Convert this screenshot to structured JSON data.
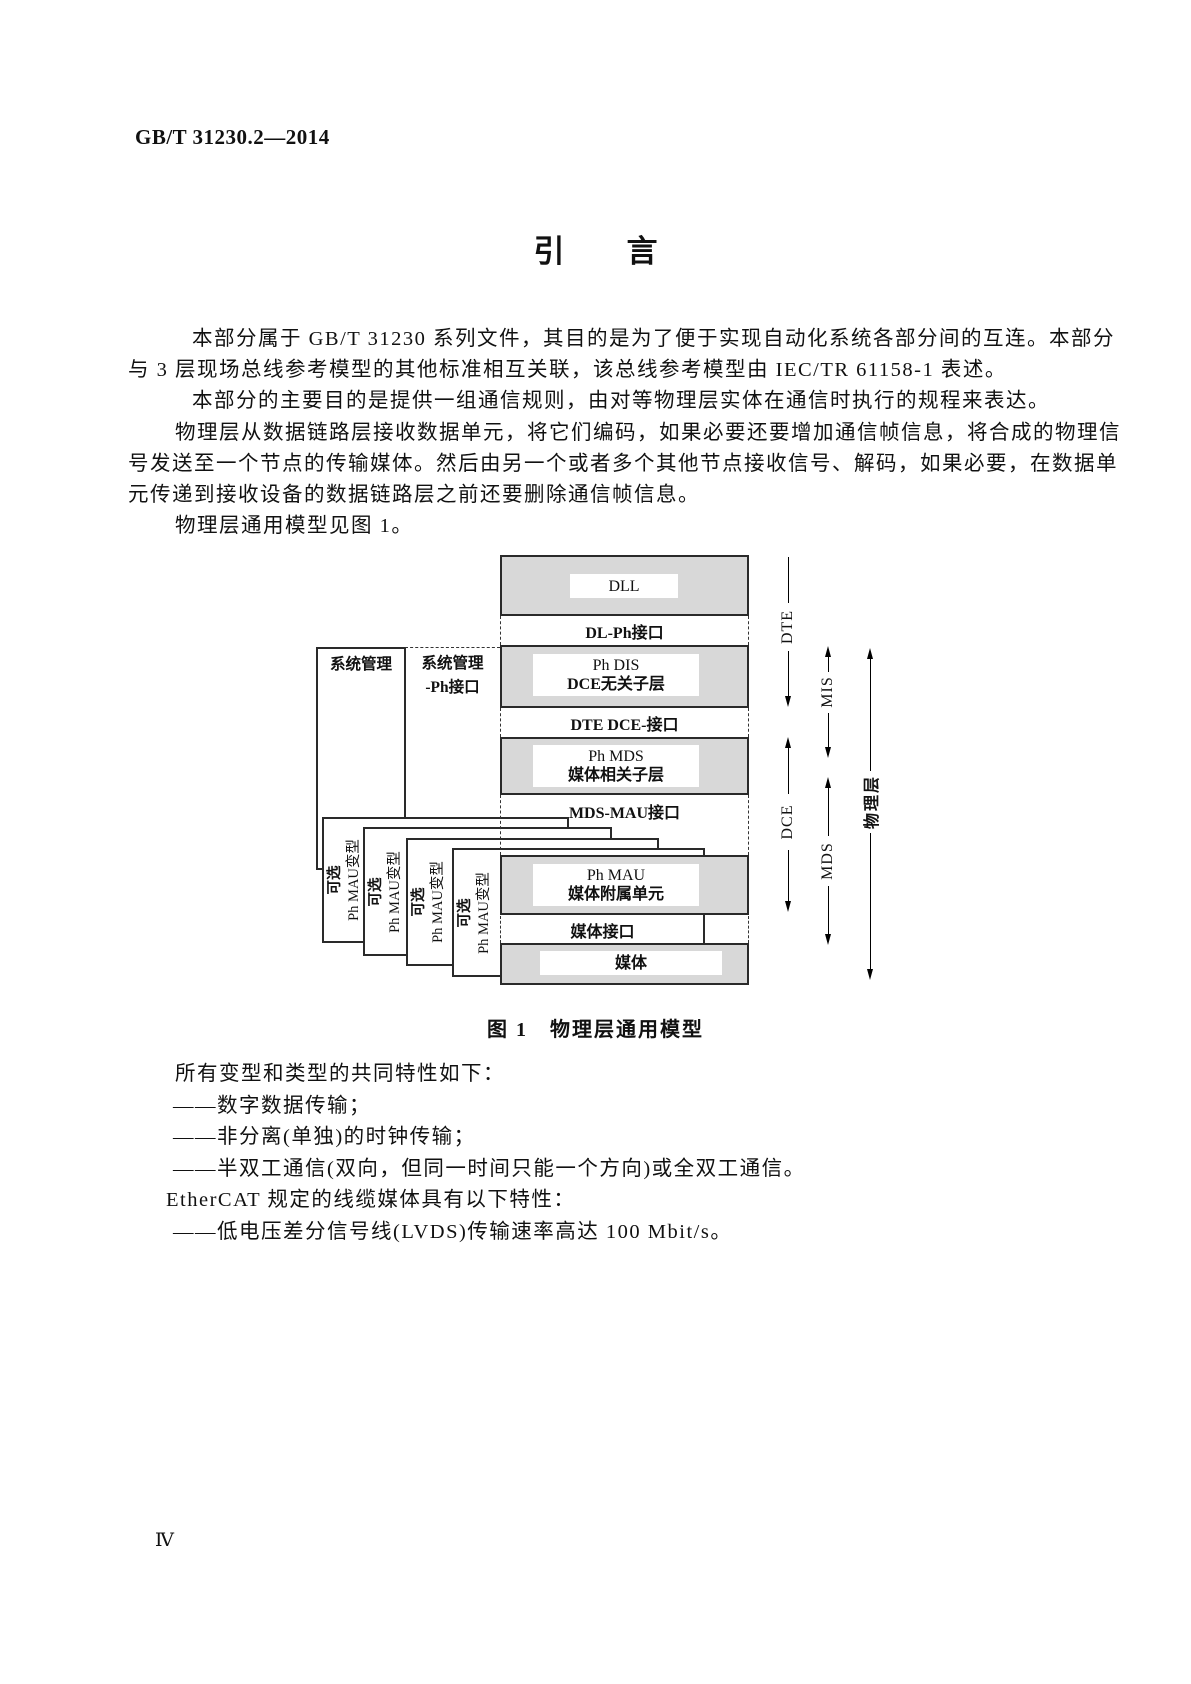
{
  "page": {
    "standard_number": "GB/T 31230.2—2014",
    "title": "引　　言",
    "page_number": "Ⅳ"
  },
  "intro": {
    "lines": [
      {
        "text": "本部分属于 GB/T 31230 系列文件，其目的是为了便于实现自动化系统各部分间的互连。本部分"
      },
      {
        "text": "与 3 层现场总线参考模型的其他标准相互关联，该总线参考模型由 IEC/TR 61158-1 表述。"
      },
      {
        "text": "本部分的主要目的是提供一组通信规则，由对等物理层实体在通信时执行的规程来表达。"
      },
      {
        "text": "物理层从数据链路层接收数据单元，将它们编码，如果必要还要增加通信帧信息，将合成的物理信"
      },
      {
        "text": "号发送至一个节点的传输媒体。然后由另一个或者多个其他节点接收信号、解码，如果必要，在数据单"
      },
      {
        "text": "元传递到接收设备的数据链路层之前还要删除通信帧信息。"
      },
      {
        "text": "物理层通用模型见图 1。"
      }
    ]
  },
  "figure": {
    "caption": "图 1　物理层通用模型",
    "dll": "DLL",
    "dl_ph_interface": "DL-Ph接口",
    "ph_dis_line1": "Ph DIS",
    "ph_dis_line2": "DCE无关子层",
    "dte_dce_interface": "DTE DCE-接口",
    "ph_mds_line1": "Ph MDS",
    "ph_mds_line2": "媒体相关子层",
    "mds_mau_interface": "MDS-MAU接口",
    "ph_mau_line1": "Ph MAU",
    "ph_mau_line2": "媒体附属单元",
    "media_interface": "媒体接口",
    "media": "媒体",
    "system_mgmt": "系统管理",
    "system_mgmt_if_line1": "系统管理",
    "system_mgmt_if_line2": "-Ph接口",
    "variant_line1": "可选",
    "variant_line2": "Ph MAU变型",
    "labels": {
      "dte": "DTE",
      "dce": "DCE",
      "mis": "MIS",
      "mds": "MDS",
      "phy": "物理层"
    },
    "colors": {
      "box_fill": "#d8d8d8",
      "line": "#2a2a2a"
    }
  },
  "features": {
    "lines": [
      {
        "text": "所有变型和类型的共同特性如下："
      },
      {
        "text": "——数字数据传输；"
      },
      {
        "text": "——非分离(单独)的时钟传输；"
      },
      {
        "text": "——半双工通信(双向，但同一时间只能一个方向)或全双工通信。"
      },
      {
        "text": "EtherCAT 规定的线缆媒体具有以下特性："
      },
      {
        "text": "——低电压差分信号线(LVDS)传输速率高达 100 Mbit/s。"
      }
    ]
  }
}
